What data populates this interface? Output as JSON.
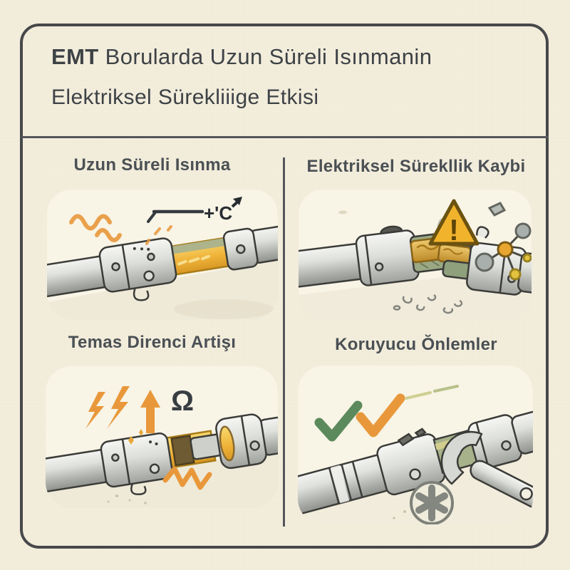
{
  "colors": {
    "background": "#f4eedd",
    "panel_bg": "#f8f4e6",
    "frame": "#47484a",
    "title_text": "#3d4246",
    "label_text": "#4a5054",
    "divider": "#54565a",
    "accent_orange": "#e8983b",
    "glow_yellow": "#f0b43a",
    "warning_yellow": "#f2b32c",
    "warning_border": "#6b5210",
    "check_green": "#5c8a5c",
    "copper": "#d9a33f",
    "casing_green": "#9aa883",
    "ink_dark": "#3a3f44",
    "pipe_metal_light": "#f3f4f1",
    "pipe_metal_dark": "#8f918d"
  },
  "title": {
    "line1_bold": "EMT",
    "line1_rest": " Borularda Uzun Süreli Isınmanin",
    "line2": "Elektriksel Sürekliiige Etkisi"
  },
  "quadrants": {
    "top_left": {
      "label": "Uzun Süreli Isınma",
      "temp_label": "+'C"
    },
    "top_right": {
      "label": "Elektriksel Sürekllik Kaybi",
      "warning_mark": "!"
    },
    "bottom_left": {
      "label": "Temas Direnci Artişı",
      "omega_symbol": "Ω"
    },
    "bottom_right": {
      "label": "Koruyucu Ŏnlemler"
    }
  },
  "icons": {
    "heat-waves-icon": "〰",
    "temperature-rise-icon": "+'C ↗",
    "warning-triangle-icon": "⚠ !",
    "molecule-icon": "orange-gray molecule cluster",
    "lightning-bolts-icon": "⚡⚡",
    "up-arrow-icon": "⬆",
    "omega-icon": "Ω",
    "resistance-zigzag-icon": "〽",
    "check-green-icon": "✓",
    "check-orange-icon": "✓",
    "wrench-icon": "open-end wrench on coupling",
    "asterisk-badge-icon": "✳ in circle"
  }
}
